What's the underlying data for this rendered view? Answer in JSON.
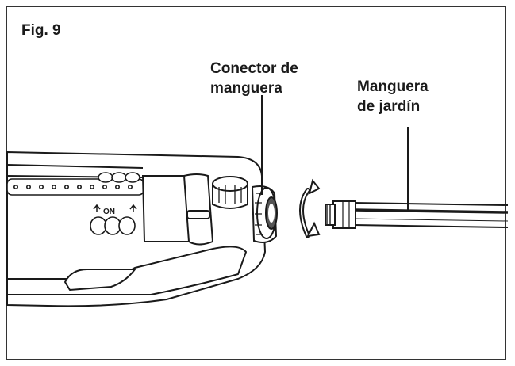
{
  "figure": {
    "label": "Fig. 9"
  },
  "callouts": {
    "connector": {
      "line1": "Conector de",
      "line2": "manguera"
    },
    "hose": {
      "line1": "Manguera",
      "line2": "de jardín"
    }
  },
  "dial": {
    "label": "ON"
  },
  "colors": {
    "stroke": "#1a1a1a",
    "fill": "#ffffff",
    "shade": "#555555"
  }
}
